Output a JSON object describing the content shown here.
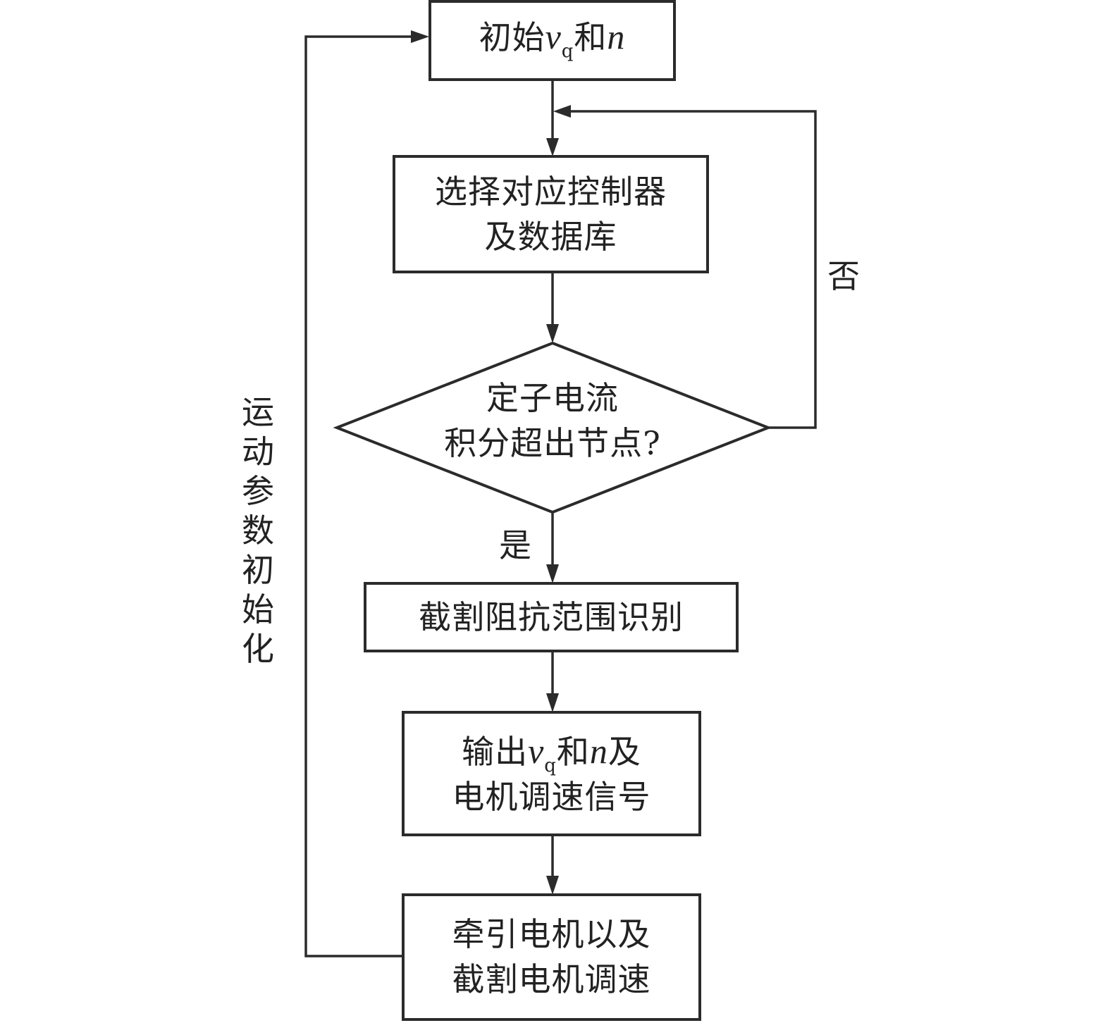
{
  "diagram": {
    "type": "flowchart",
    "nodes": {
      "init": {
        "shape": "process",
        "parts": [
          "初始",
          "v",
          "q",
          "和",
          "n"
        ]
      },
      "select": {
        "shape": "process",
        "lines": [
          "选择对应控制器",
          "及数据库"
        ]
      },
      "decision": {
        "shape": "decision",
        "lines": [
          "定子电流",
          "积分超出节点?"
        ]
      },
      "identify": {
        "shape": "process",
        "lines": [
          "截割阻抗范围识别"
        ]
      },
      "output": {
        "shape": "process",
        "line1_parts": [
          "输出",
          "v",
          "q",
          "和",
          "n",
          "及"
        ],
        "line2": "电机调速信号"
      },
      "regulate": {
        "shape": "process",
        "lines": [
          "牵引电机以及",
          "截割电机调速"
        ]
      }
    },
    "edges": {
      "yes_label": "是",
      "no_label": "否",
      "loop_label": "运动参数初始化"
    },
    "flow": [
      {
        "from": "init",
        "to": "select"
      },
      {
        "from": "select",
        "to": "decision"
      },
      {
        "from": "decision",
        "to": "identify",
        "label": "是"
      },
      {
        "from": "decision",
        "to": "select",
        "label": "否"
      },
      {
        "from": "identify",
        "to": "output"
      },
      {
        "from": "output",
        "to": "regulate"
      },
      {
        "from": "regulate",
        "to": "init",
        "label": "运动参数初始化"
      }
    ],
    "colors": {
      "stroke": "#2b2b2b",
      "text": "#222222",
      "background": "#ffffff"
    }
  }
}
